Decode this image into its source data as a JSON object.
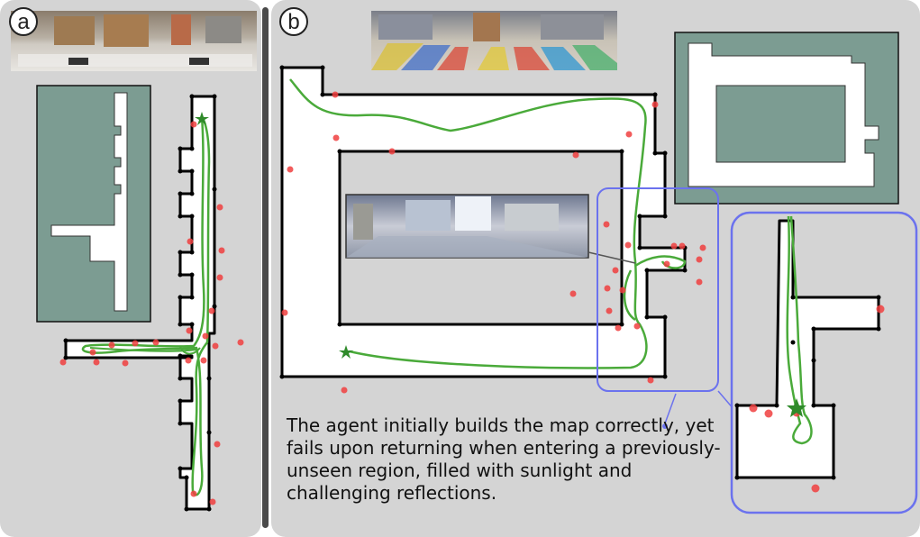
{
  "panels": {
    "a": {
      "label": "a"
    },
    "b": {
      "label": "b"
    }
  },
  "caption": "The agent initially builds the map correctly, yet fails upon returning when entering a previously-unseen region, filled with sunlight and challenging reflections.",
  "colors": {
    "panel_bg": "#d4d4d4",
    "map_bg": "#ffffff",
    "map_walls": "#000000",
    "trajectory": "#4aaa3a",
    "points": "#f04040",
    "inset_bg": "#7c9c92",
    "callout": "#6b72ee",
    "divider": "#4a4a4a"
  },
  "icons": {
    "start_marker": "star-icon",
    "callout_dot": "dot-icon"
  }
}
